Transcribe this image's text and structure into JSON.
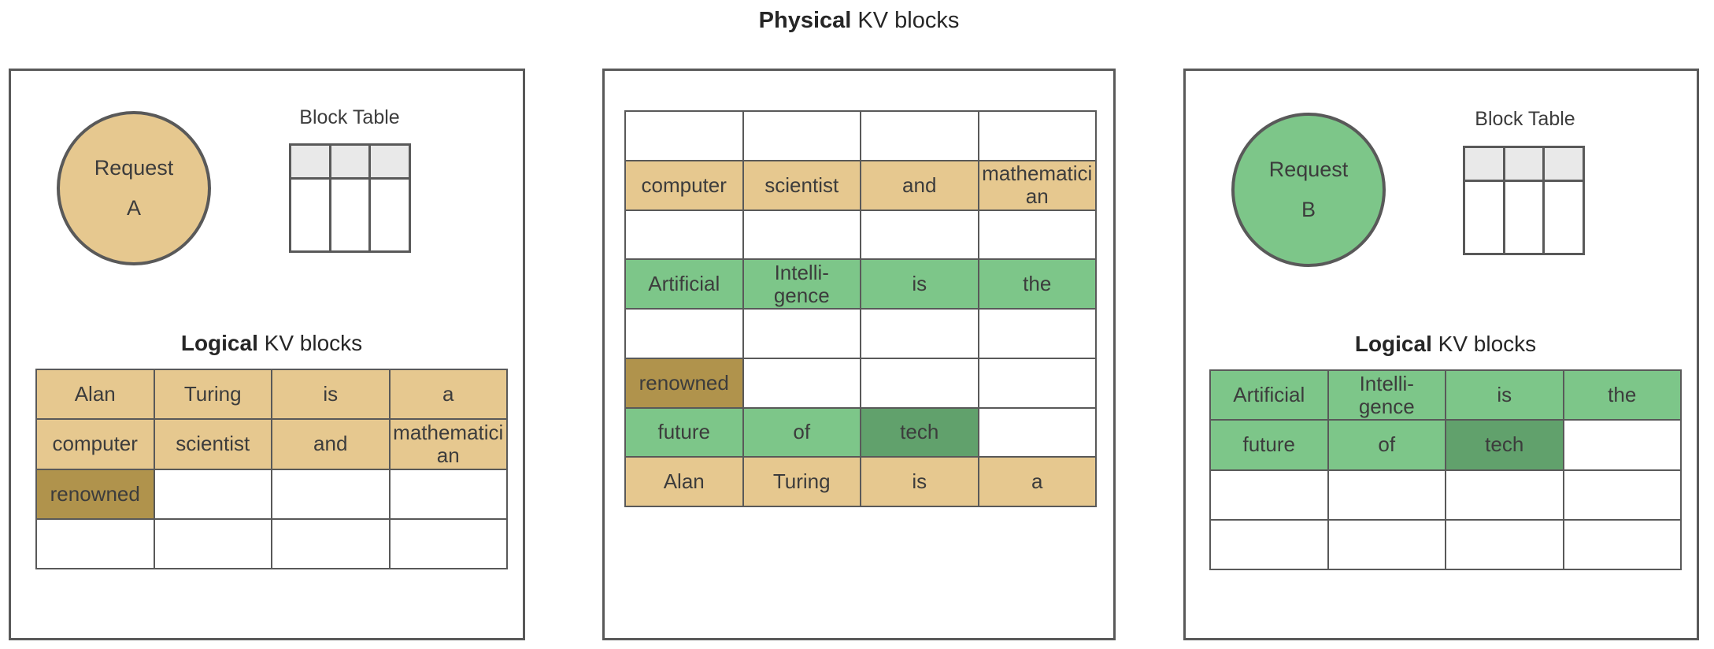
{
  "page_title": {
    "bold": "Physical",
    "rest": " KV blocks"
  },
  "colors": {
    "tan": "#e6c88f",
    "dark_tan": "#b0934c",
    "green": "#7dc689",
    "dark_green": "#61a16c",
    "mini_header_gray": "#e9e9e9",
    "border_gray": "#595959"
  },
  "left_panel": {
    "request_circle": {
      "line1": "Request",
      "line2": "A"
    },
    "block_table_label": "Block Table",
    "logical_title": {
      "bold": "Logical",
      "rest": " KV blocks"
    },
    "table": {
      "rows": [
        [
          {
            "text": "Alan",
            "color": "tan"
          },
          {
            "text": "Turing",
            "color": "tan"
          },
          {
            "text": "is",
            "color": "tan"
          },
          {
            "text": "a",
            "color": "tan"
          }
        ],
        [
          {
            "text": "computer",
            "color": "tan"
          },
          {
            "text": "scientist",
            "color": "tan"
          },
          {
            "text": "and",
            "color": "tan"
          },
          {
            "text": "mathematician",
            "color": "tan"
          }
        ],
        [
          {
            "text": "renowned",
            "color": "dtan"
          },
          {
            "text": "",
            "color": "white"
          },
          {
            "text": "",
            "color": "white"
          },
          {
            "text": "",
            "color": "white"
          }
        ],
        [
          {
            "text": "",
            "color": "white"
          },
          {
            "text": "",
            "color": "white"
          },
          {
            "text": "",
            "color": "white"
          },
          {
            "text": "",
            "color": "white"
          }
        ]
      ]
    }
  },
  "middle_panel": {
    "table": {
      "rows": [
        [
          {
            "text": "",
            "color": "white"
          },
          {
            "text": "",
            "color": "white"
          },
          {
            "text": "",
            "color": "white"
          },
          {
            "text": "",
            "color": "white"
          }
        ],
        [
          {
            "text": "computer",
            "color": "tan"
          },
          {
            "text": "scientist",
            "color": "tan"
          },
          {
            "text": "and",
            "color": "tan"
          },
          {
            "text": "mathematician",
            "color": "tan"
          }
        ],
        [
          {
            "text": "",
            "color": "white"
          },
          {
            "text": "",
            "color": "white"
          },
          {
            "text": "",
            "color": "white"
          },
          {
            "text": "",
            "color": "white"
          }
        ],
        [
          {
            "text": "Artificial",
            "color": "green"
          },
          {
            "text": "Intelli-\ngence",
            "color": "green"
          },
          {
            "text": "is",
            "color": "green"
          },
          {
            "text": "the",
            "color": "green"
          }
        ],
        [
          {
            "text": "",
            "color": "white"
          },
          {
            "text": "",
            "color": "white"
          },
          {
            "text": "",
            "color": "white"
          },
          {
            "text": "",
            "color": "white"
          }
        ],
        [
          {
            "text": "renowned",
            "color": "dtan"
          },
          {
            "text": "",
            "color": "white"
          },
          {
            "text": "",
            "color": "white"
          },
          {
            "text": "",
            "color": "white"
          }
        ],
        [
          {
            "text": "future",
            "color": "green"
          },
          {
            "text": "of",
            "color": "green"
          },
          {
            "text": "tech",
            "color": "dgreen"
          },
          {
            "text": "",
            "color": "white"
          }
        ],
        [
          {
            "text": "Alan",
            "color": "tan"
          },
          {
            "text": "Turing",
            "color": "tan"
          },
          {
            "text": "is",
            "color": "tan"
          },
          {
            "text": "a",
            "color": "tan"
          }
        ]
      ]
    }
  },
  "right_panel": {
    "request_circle": {
      "line1": "Request",
      "line2": "B"
    },
    "block_table_label": "Block Table",
    "logical_title": {
      "bold": "Logical",
      "rest": " KV blocks"
    },
    "table": {
      "rows": [
        [
          {
            "text": "Artificial",
            "color": "green"
          },
          {
            "text": "Intelli-\ngence",
            "color": "green"
          },
          {
            "text": "is",
            "color": "green"
          },
          {
            "text": "the",
            "color": "green"
          }
        ],
        [
          {
            "text": "future",
            "color": "green"
          },
          {
            "text": "of",
            "color": "green"
          },
          {
            "text": "tech",
            "color": "dgreen"
          },
          {
            "text": "",
            "color": "white"
          }
        ],
        [
          {
            "text": "",
            "color": "white"
          },
          {
            "text": "",
            "color": "white"
          },
          {
            "text": "",
            "color": "white"
          },
          {
            "text": "",
            "color": "white"
          }
        ],
        [
          {
            "text": "",
            "color": "white"
          },
          {
            "text": "",
            "color": "white"
          },
          {
            "text": "",
            "color": "white"
          },
          {
            "text": "",
            "color": "white"
          }
        ]
      ]
    }
  }
}
